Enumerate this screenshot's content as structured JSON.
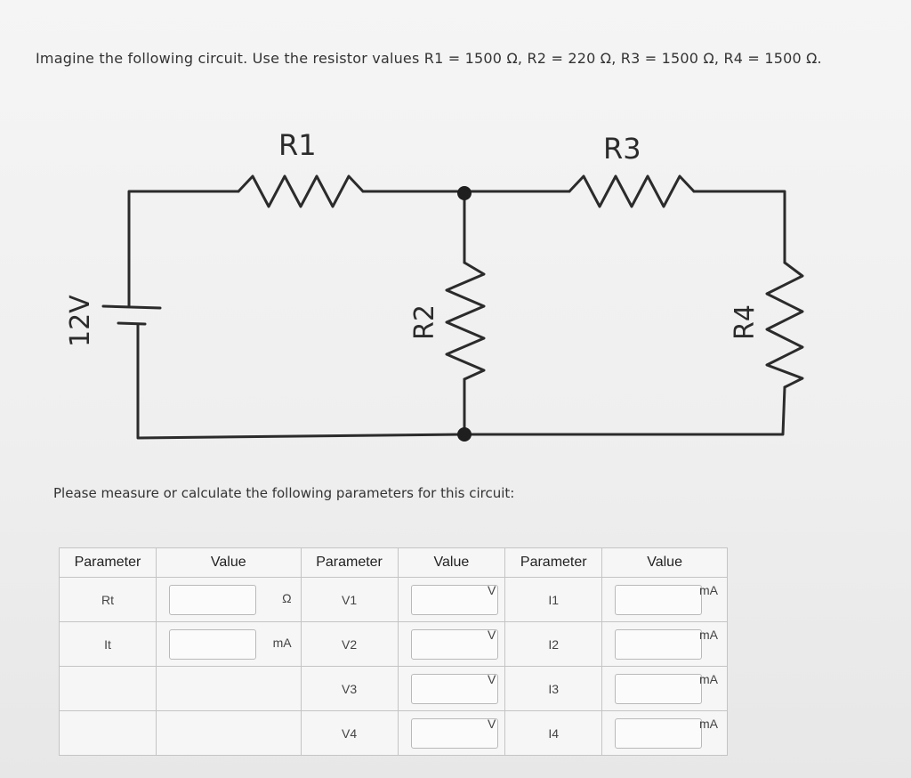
{
  "prompt": "Imagine the following circuit. Use the resistor values R1 = 1500 Ω, R2 = 220 Ω, R3 = 1500 Ω, R4 = 1500 Ω.",
  "circuit": {
    "source_label": "12V",
    "r1_label": "R1",
    "r2_label": "R2",
    "r3_label": "R3",
    "r4_label": "R4"
  },
  "instruction": "Please measure or calculate the following parameters for this circuit:",
  "table": {
    "headers": [
      "Parameter",
      "Value",
      "Parameter",
      "Value",
      "Parameter",
      "Value"
    ],
    "rows": [
      {
        "p1": "Rt",
        "u1": "Ω",
        "p2": "V1",
        "u2": "V",
        "p3": "I1",
        "u3": "mA"
      },
      {
        "p1": "It",
        "u1": "mA",
        "p2": "V2",
        "u2": "V",
        "p3": "I2",
        "u3": "mA"
      },
      {
        "p1": "",
        "u1": "",
        "p2": "V3",
        "u2": "V",
        "p3": "I3",
        "u3": "mA"
      },
      {
        "p1": "",
        "u1": "",
        "p2": "V4",
        "u2": "V",
        "p3": "I4",
        "u3": "mA"
      }
    ],
    "inputs": {
      "rt": "",
      "it": "",
      "v1": "",
      "v2": "",
      "v3": "",
      "v4": "",
      "i1": "",
      "i2": "",
      "i3": "",
      "i4": ""
    }
  }
}
